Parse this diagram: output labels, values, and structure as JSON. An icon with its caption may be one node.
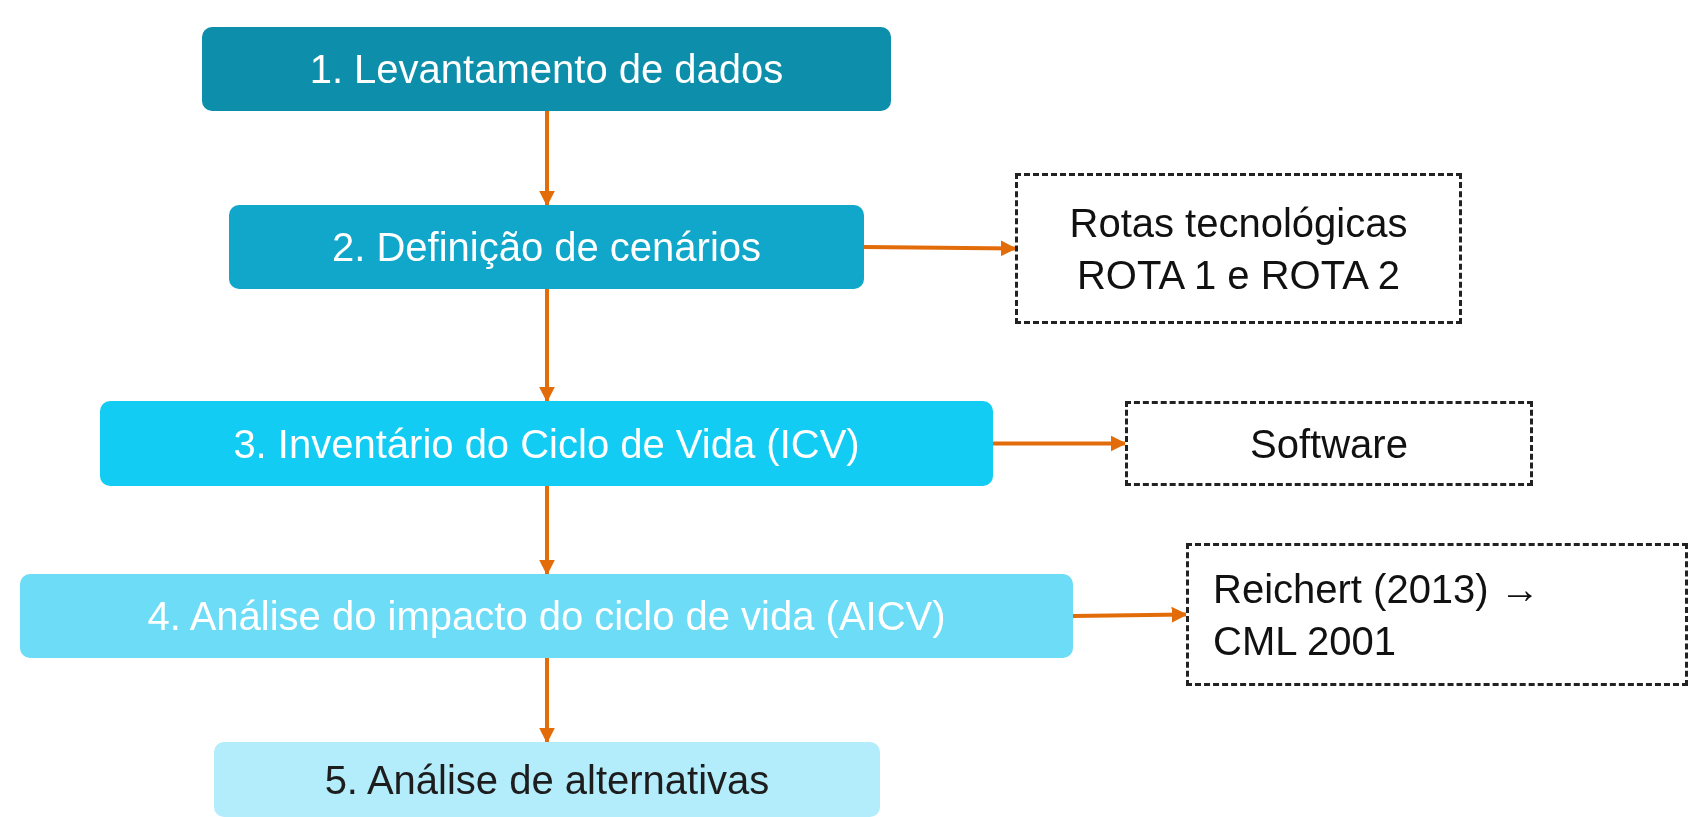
{
  "diagram": {
    "nodes": [
      {
        "text": [
          "1. Levantamento de dados"
        ]
      },
      {
        "text": [
          "2. Definição de cenários"
        ]
      },
      {
        "text": [
          "Rotas tecnológicas ROTA 1 e ROTA 2"
        ]
      },
      {
        "text": [
          "3. Inventário do Ciclo de Vida (ICV)"
        ]
      },
      {
        "text": [
          "Software"
        ]
      },
      {
        "text": [
          "4. Análise do impacto do ciclo de vida (AICV)"
        ]
      },
      {
        "text": [
          "Reichert (2013) → CML 2001"
        ]
      },
      {
        "text": [
          "5. Análise de alternativas"
        ]
      }
    ],
    "edges": [
      {
        "from": 0,
        "to": 1,
        "arrow": "to"
      },
      {
        "from": 1,
        "to": 3,
        "arrow": "to"
      },
      {
        "from": 3,
        "to": 5,
        "arrow": "to"
      },
      {
        "from": 5,
        "to": 7,
        "arrow": "to"
      },
      {
        "from": 1,
        "to": 2,
        "arrow": "to"
      },
      {
        "from": 3,
        "to": 4,
        "arrow": "to"
      },
      {
        "from": 5,
        "to": 6,
        "arrow": "to"
      }
    ]
  }
}
